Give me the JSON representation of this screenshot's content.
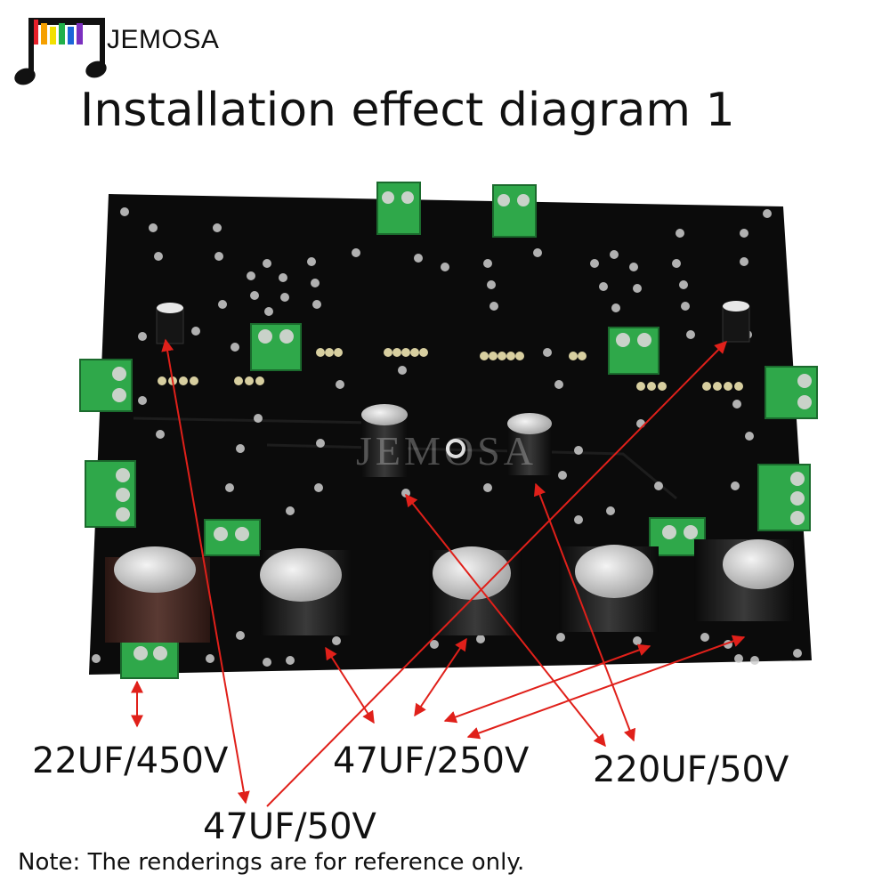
{
  "brand": {
    "name": "JEMOSA"
  },
  "title": "Installation effect diagram 1",
  "watermark": "JEMOSA",
  "labels": {
    "cap_22uf": "22UF/450V",
    "cap_47uf_250v": "47UF/250V",
    "cap_220uf": "220UF/50V",
    "cap_47uf_50v": "47UF/50V"
  },
  "note": "Note: The renderings are for reference only.",
  "colors": {
    "board": "#0c0c0c",
    "terminal": "#2fa84a",
    "arrow": "#e0201a",
    "capacitor": "#1c1c1c"
  }
}
